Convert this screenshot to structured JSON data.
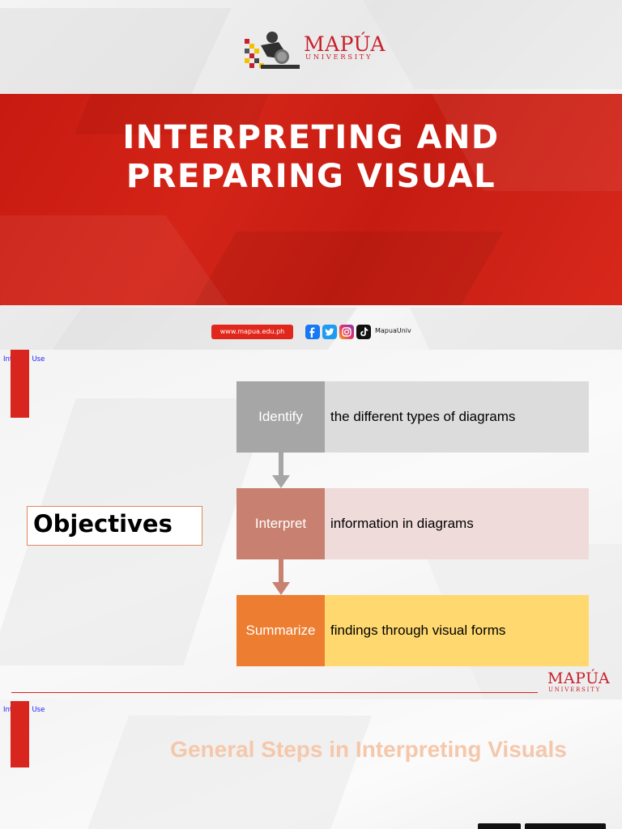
{
  "slide1": {
    "logo": {
      "word": "MAPÚA",
      "sub": "UNIVERSITY"
    },
    "title_line1": "INTERPRETING AND",
    "title_line2": "PREPARING VISUAL",
    "url": "www.mapua.edu.ph",
    "social_icons": [
      "facebook-icon",
      "twitter-icon",
      "instagram-icon",
      "tiktok-icon"
    ],
    "handle": "MapuaUniv",
    "colors": {
      "banner": "#d02016",
      "brand": "#c8202a"
    }
  },
  "slide2": {
    "label": "Internal Use",
    "heading": "Objectives",
    "steps": [
      {
        "key": "Identify",
        "desc": "the different types of diagrams",
        "key_color": "#a6a6a6",
        "desc_color": "#dcdcdc"
      },
      {
        "key": "Interpret",
        "desc": "information in diagrams",
        "key_color": "#c88170",
        "desc_color": "#efdcda"
      },
      {
        "key": "Summarize",
        "desc": "findings through visual forms",
        "key_color": "#ed7d31",
        "desc_color": "#ffd970"
      }
    ],
    "logo": {
      "word": "MAPÚA",
      "sub": "UNIVERSITY"
    }
  },
  "slide3": {
    "label": "Internal Use",
    "title": "General Steps in Interpreting Visuals"
  }
}
